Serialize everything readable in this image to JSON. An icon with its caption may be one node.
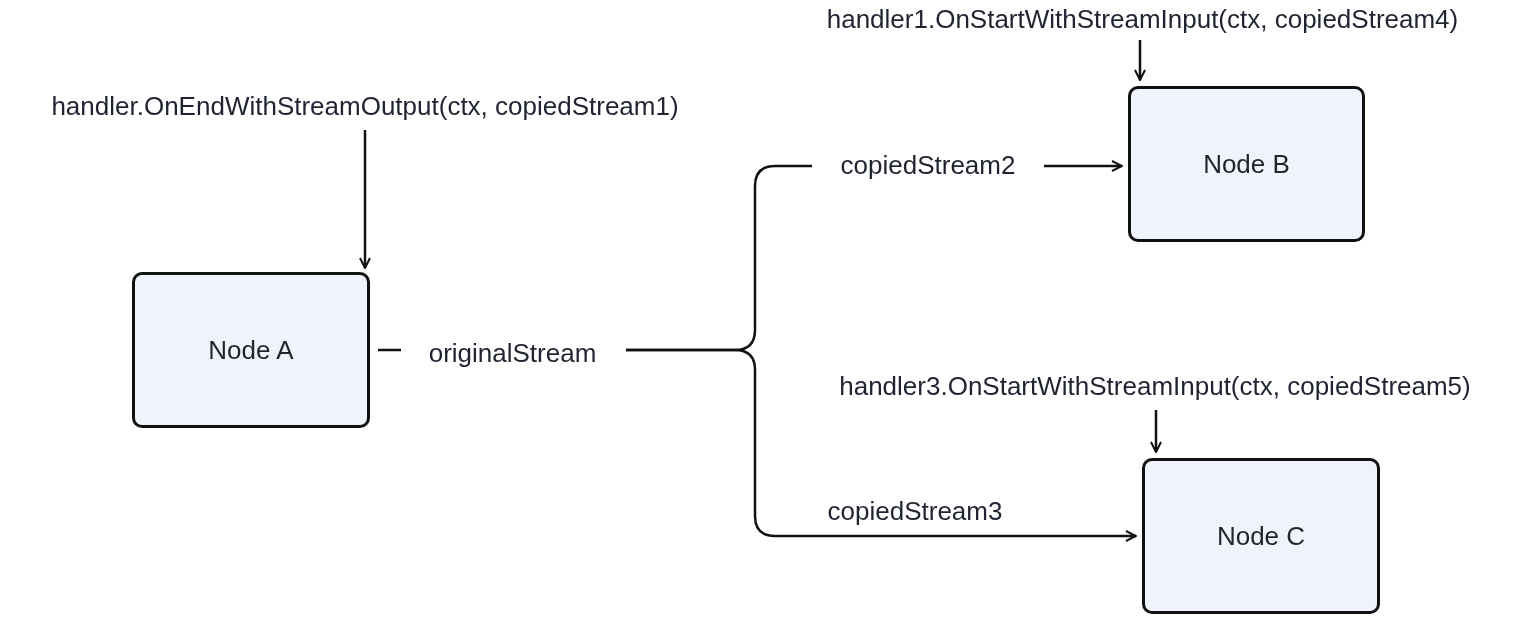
{
  "diagram": {
    "nodes": [
      {
        "text": [
          "handler.OnEndWithStreamOutput(ctx, copiedStream1)"
        ]
      },
      {
        "text": [
          "Node A"
        ]
      },
      {
        "text": [
          "originalStream"
        ]
      },
      {
        "text": [
          "handler1.OnStartWithStreamInput(ctx, copiedStream4)"
        ]
      },
      {
        "text": [
          "Node B"
        ]
      },
      {
        "text": [
          "handler3.OnStartWithStreamInput(ctx, copiedStream5)"
        ]
      },
      {
        "text": [
          "Node C"
        ]
      }
    ],
    "edges": [
      {
        "from": 0,
        "to": 1,
        "arrow": "to"
      },
      {
        "from": 1,
        "to": 2,
        "arrow": "none"
      },
      {
        "from": 2,
        "to": 4,
        "arrow": "to",
        "label": "copiedStream2"
      },
      {
        "from": 2,
        "to": 6,
        "arrow": "to",
        "label": "copiedStream3"
      },
      {
        "from": 3,
        "to": 4,
        "arrow": "to"
      },
      {
        "from": 5,
        "to": 6,
        "arrow": "to"
      }
    ]
  }
}
